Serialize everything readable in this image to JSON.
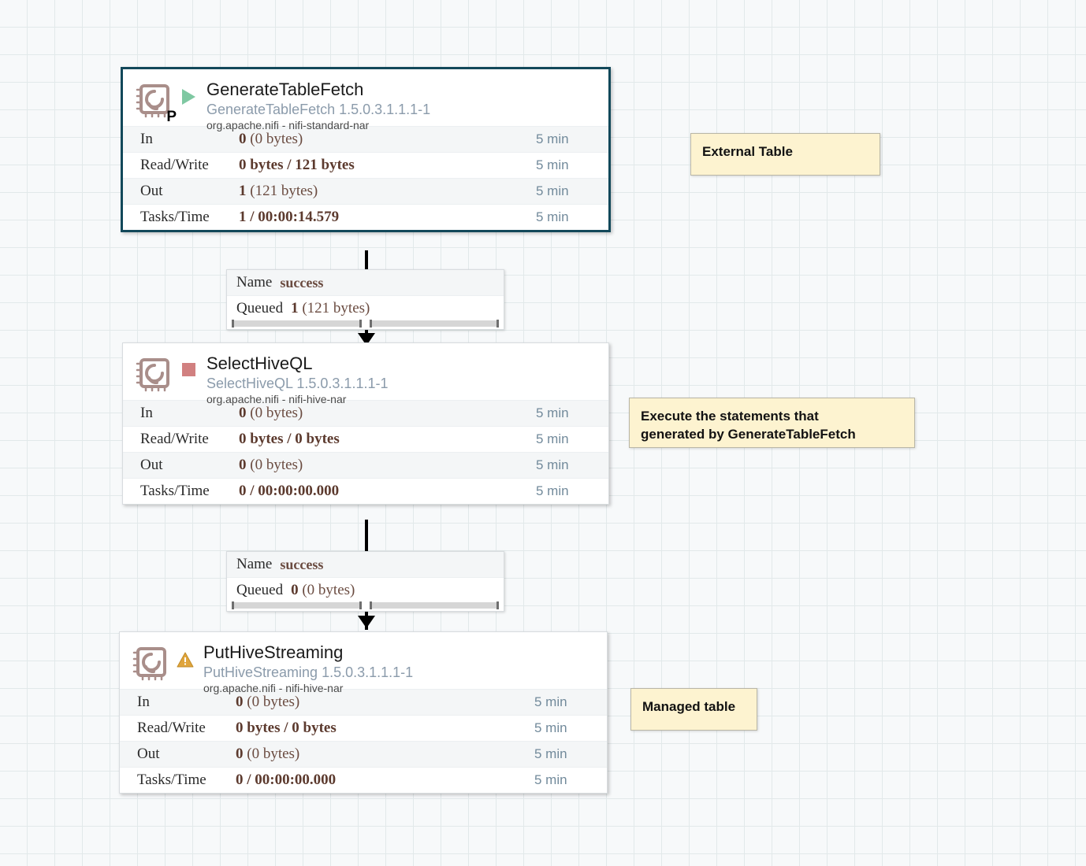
{
  "canvas": {
    "background_color": "#f7f9fa",
    "grid_color": "#e2e9ea",
    "grid_size": "35"
  },
  "processors": [
    {
      "name": "GenerateTableFetch",
      "type": "GenerateTableFetch 1.5.0.3.1.1.1-1",
      "bundle": "org.apache.nifi - nifi-standard-nar",
      "status": "running",
      "status_icon": "play-triangle-icon",
      "status_color": "#7fc8a2",
      "icon": "processor-chip-icon",
      "icon_badge": "P",
      "selected": true,
      "stats": [
        {
          "label": "In",
          "value": "0",
          "detail": " (0 bytes)",
          "bold_all": false,
          "time": "5 min"
        },
        {
          "label": "Read/Write",
          "value": "0 bytes / 121 bytes",
          "detail": "",
          "bold_all": true,
          "time": "5 min"
        },
        {
          "label": "Out",
          "value": "1",
          "detail": " (121 bytes)",
          "bold_all": false,
          "time": "5 min"
        },
        {
          "label": "Tasks/Time",
          "value": "1 / 00:00:14.579",
          "detail": "",
          "bold_all": true,
          "time": "5 min"
        }
      ]
    },
    {
      "name": "SelectHiveQL",
      "type": "SelectHiveQL 1.5.0.3.1.1.1-1",
      "bundle": "org.apache.nifi - nifi-hive-nar",
      "status": "stopped",
      "status_icon": "stop-square-icon",
      "status_color": "#d18080",
      "icon": "processor-chip-icon",
      "icon_badge": "",
      "selected": false,
      "stats": [
        {
          "label": "In",
          "value": "0",
          "detail": " (0 bytes)",
          "bold_all": false,
          "time": "5 min"
        },
        {
          "label": "Read/Write",
          "value": "0 bytes / 0 bytes",
          "detail": "",
          "bold_all": true,
          "time": "5 min"
        },
        {
          "label": "Out",
          "value": "0",
          "detail": " (0 bytes)",
          "bold_all": false,
          "time": "5 min"
        },
        {
          "label": "Tasks/Time",
          "value": "0 / 00:00:00.000",
          "detail": "",
          "bold_all": true,
          "time": "5 min"
        }
      ]
    },
    {
      "name": "PutHiveStreaming",
      "type": "PutHiveStreaming 1.5.0.3.1.1.1-1",
      "bundle": "org.apache.nifi - nifi-hive-nar",
      "status": "invalid",
      "status_icon": "warning-triangle-icon",
      "status_color": "#e0a53c",
      "icon": "processor-chip-icon",
      "icon_badge": "",
      "selected": false,
      "stats": [
        {
          "label": "In",
          "value": "0",
          "detail": " (0 bytes)",
          "bold_all": false,
          "time": "5 min"
        },
        {
          "label": "Read/Write",
          "value": "0 bytes / 0 bytes",
          "detail": "",
          "bold_all": true,
          "time": "5 min"
        },
        {
          "label": "Out",
          "value": "0",
          "detail": " (0 bytes)",
          "bold_all": false,
          "time": "5 min"
        },
        {
          "label": "Tasks/Time",
          "value": "0 / 00:00:00.000",
          "detail": "",
          "bold_all": true,
          "time": "5 min"
        }
      ]
    }
  ],
  "connections": [
    {
      "name_key": "Name",
      "name_value": "success",
      "queued_key": "Queued",
      "queued_count": "1",
      "queued_size": " (121 bytes)"
    },
    {
      "name_key": "Name",
      "name_value": "success",
      "queued_key": "Queued",
      "queued_count": "0",
      "queued_size": " (0 bytes)"
    }
  ],
  "notes": [
    {
      "lines": [
        "External Table"
      ]
    },
    {
      "lines": [
        "Execute the statements that",
        "generated by GenerateTableFetch"
      ]
    },
    {
      "lines": [
        "Managed table"
      ]
    }
  ]
}
